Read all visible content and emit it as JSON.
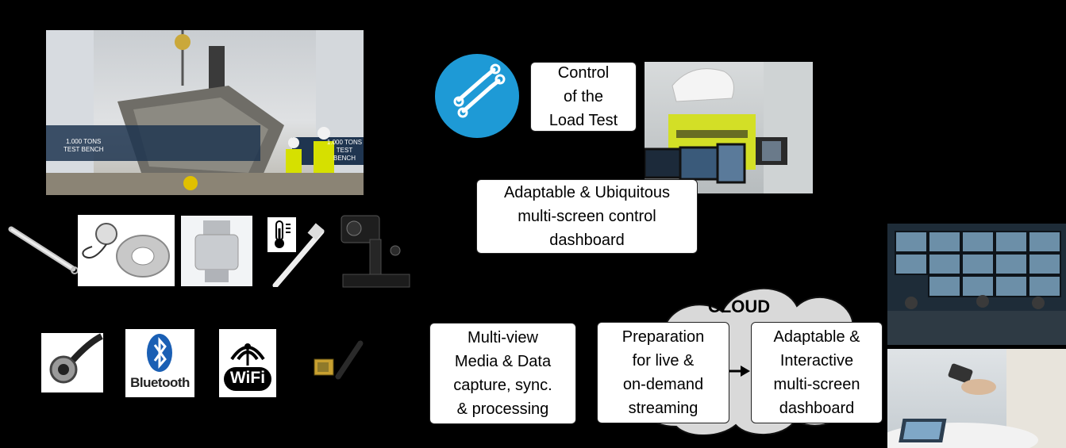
{
  "boxes": {
    "control_load_test": "Control\nof the\nLoad Test",
    "adaptable_ubiquitous": "Adaptable & Ubiquitous\nmulti-screen control\ndashboard",
    "multiview": "Multi-view\nMedia & Data\ncapture, sync.\n& processing",
    "preparation": "Preparation\nfor live &\non-demand\nstreaming",
    "adaptable_interactive": "Adaptable &\nInteractive\nmulti-screen\ndashboard"
  },
  "cloud_label": "CLOUD",
  "photo_texts": {
    "bench_left": "1.000 TONS\nTEST BENCH",
    "bench_right": "1.000 TONS\nTEST BENCH",
    "bluetooth": "Bluetooth",
    "wifi": "WiFi"
  },
  "colors": {
    "background": "#000000",
    "actuator_circle": "#1e9ad6",
    "box_fill": "#ffffff",
    "cloud_fill": "#d9d9d9"
  },
  "icons": {
    "actuator": "hydraulic-actuator-icon",
    "thermometer": "thermometer-icon",
    "bluetooth": "bluetooth-icon",
    "wifi": "wifi-icon"
  }
}
